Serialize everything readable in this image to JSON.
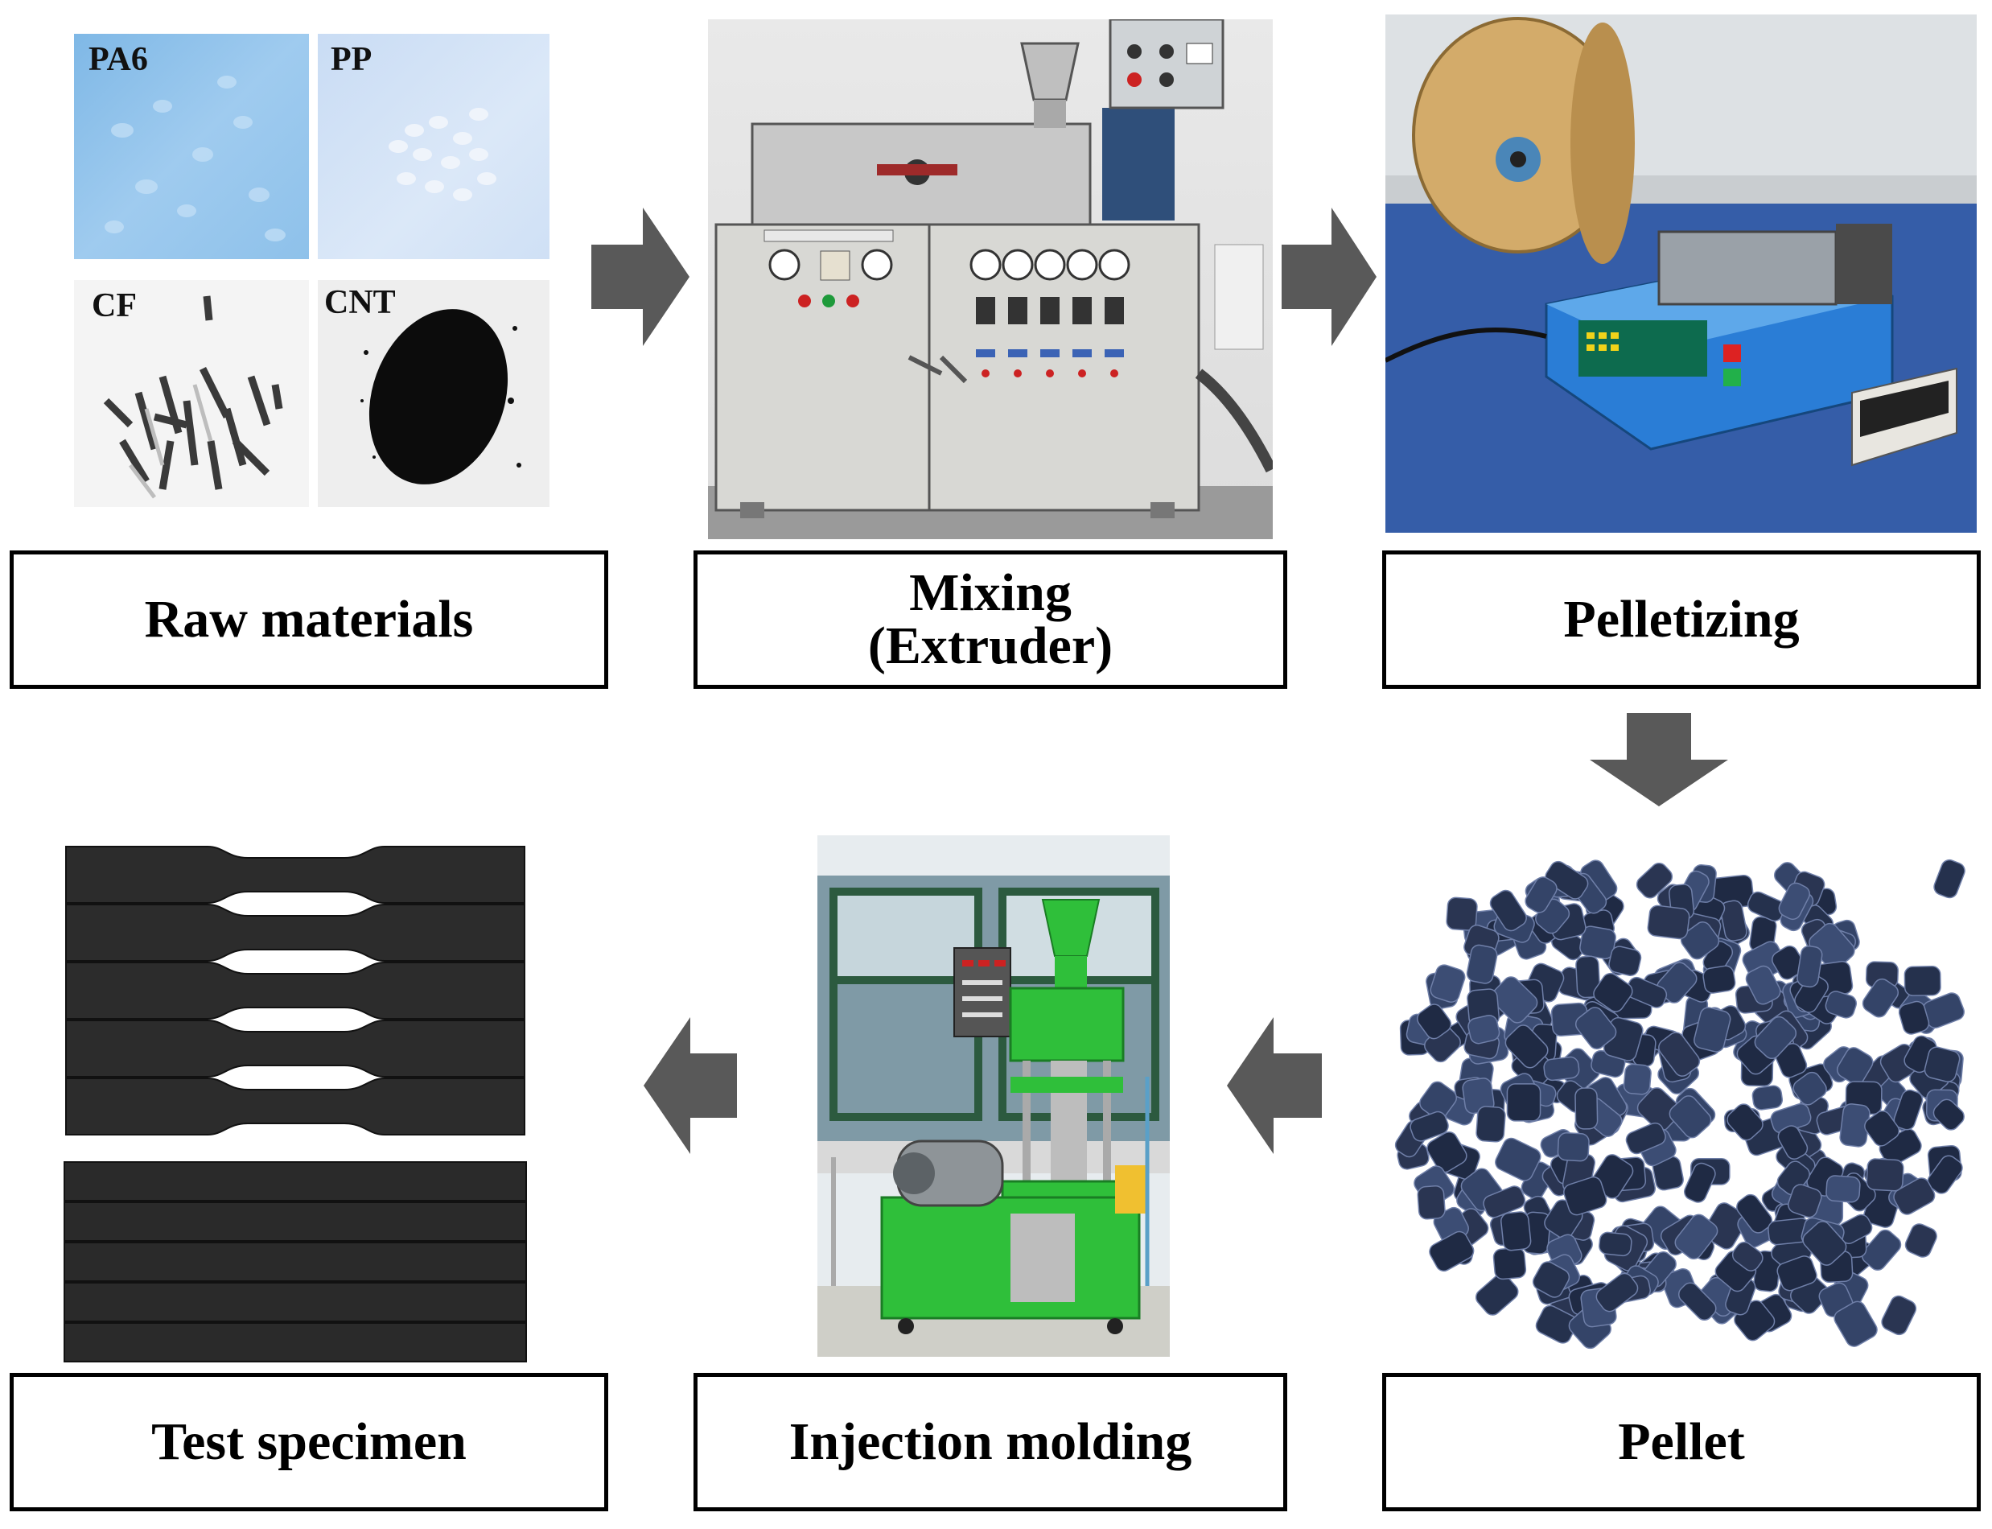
{
  "raw_materials": {
    "tiles": [
      {
        "label": "PA6"
      },
      {
        "label": "PP"
      },
      {
        "label": "CF"
      },
      {
        "label": "CNT"
      }
    ]
  },
  "steps": {
    "raw_materials": "Raw materials",
    "mixing_line1": "Mixing",
    "mixing_line2": "(Extruder)",
    "pelletizing": "Pelletizing",
    "pellet": "Pellet",
    "injection_molding": "Injection molding",
    "test_specimen": "Test specimen"
  },
  "colors": {
    "arrow": "#595959",
    "border": "#000000",
    "extruder_body": "#d9d9d6",
    "pelletizer_blue": "#1e73d0",
    "injection_green": "#2fbf3a",
    "pellet_blue": "#2a3552",
    "specimen": "#2c2c2c"
  }
}
